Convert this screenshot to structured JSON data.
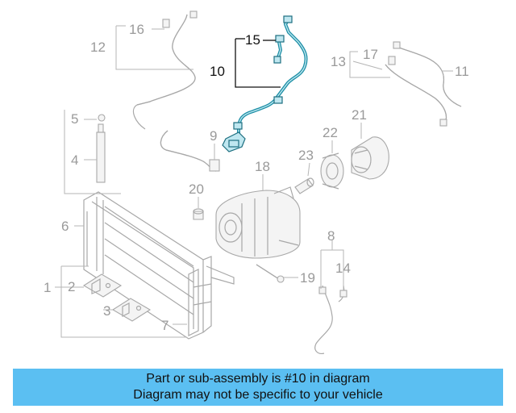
{
  "labels": {
    "p1": "1",
    "p2": "2",
    "p3": "3",
    "p4": "4",
    "p5": "5",
    "p6": "6",
    "p7": "7",
    "p8": "8",
    "p9": "9",
    "p10": "10",
    "p11": "11",
    "p12": "12",
    "p13": "13",
    "p14": "14",
    "p15": "15",
    "p16": "16",
    "p17": "17",
    "p18": "18",
    "p19": "19",
    "p20": "20",
    "p21": "21",
    "p22": "22",
    "p23": "23"
  },
  "highlighted_part": "10",
  "colors": {
    "highlight": "#1d8fa6",
    "banner": "#5bbff2",
    "outline": "#a8a8a8"
  },
  "banner": {
    "line1": "Part or sub-assembly is #10 in diagram",
    "line2": "Diagram may not be specific to your vehicle"
  }
}
